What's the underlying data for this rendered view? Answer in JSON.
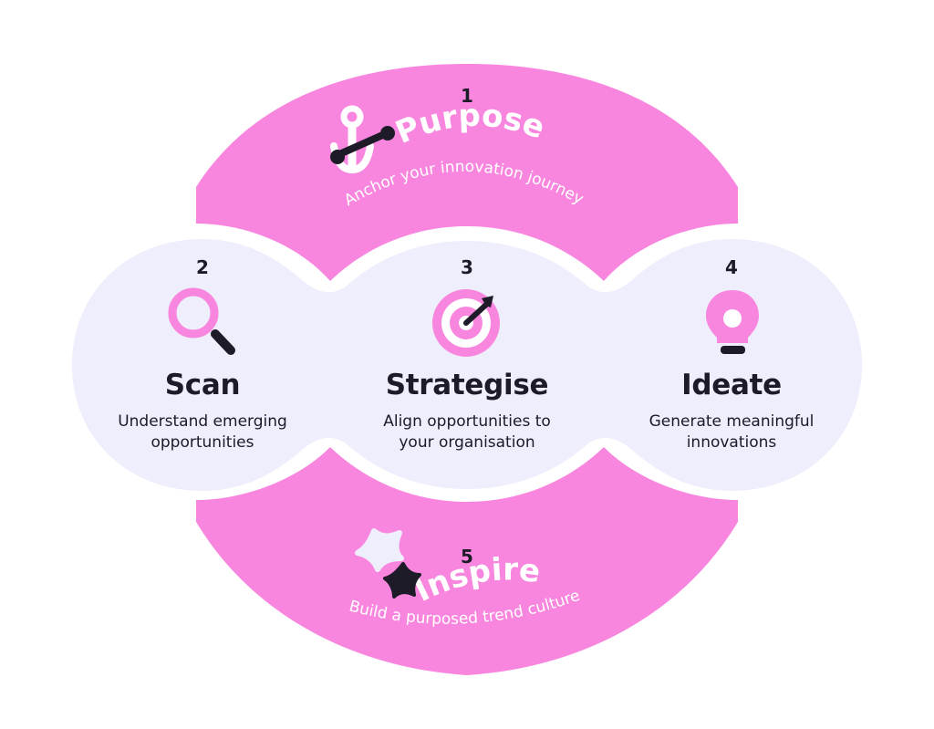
{
  "colors": {
    "pink": "#f986de",
    "lavender": "#eeeefc",
    "dark": "#1c1b27",
    "white": "#ffffff"
  },
  "stages": {
    "purpose": {
      "number": "1",
      "title": "Purpose",
      "description": "Anchor your innovation journey",
      "icon": "anchor-icon"
    },
    "scan": {
      "number": "2",
      "title": "Scan",
      "description": "Understand emerging opportunities",
      "icon": "magnifying-glass-icon"
    },
    "strategise": {
      "number": "3",
      "title": "Strategise",
      "description": "Align opportunities to your organisation",
      "icon": "target-icon"
    },
    "ideate": {
      "number": "4",
      "title": "Ideate",
      "description": "Generate meaningful innovations",
      "icon": "lightbulb-icon"
    },
    "inspire": {
      "number": "5",
      "title": "Inspire",
      "description": "Build a purposed trend culture",
      "icon": "sparkle-stars-icon"
    }
  }
}
